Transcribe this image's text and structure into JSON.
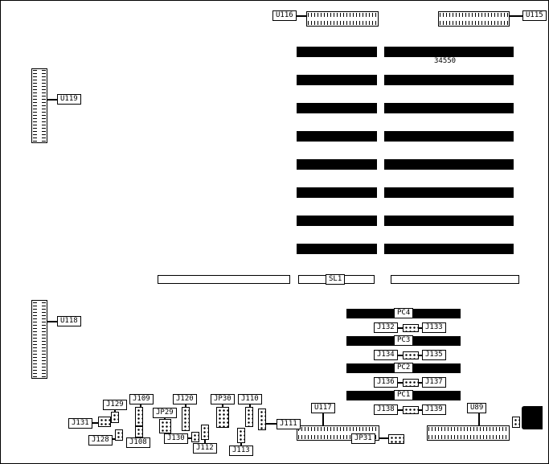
{
  "board": {
    "chip_text": "34550",
    "callouts": {
      "u116": "U116",
      "u115": "U115",
      "u119": "U119",
      "u118": "U118",
      "sl1": "SL1",
      "pc4": "PC4",
      "pc3": "PC3",
      "pc2": "PC2",
      "pc1": "PC1",
      "j132": "J132",
      "j133": "J133",
      "j134": "J134",
      "j135": "J135",
      "j136": "J136",
      "j137": "J137",
      "j138": "J138",
      "j139": "J139",
      "u117": "U117",
      "u89": "U89",
      "jp31": "JP31",
      "j111": "J111",
      "j129": "J129",
      "j109": "J109",
      "j120": "J120",
      "jp30": "JP30",
      "j110": "J110",
      "jp29": "JP29",
      "j131": "J131",
      "j128": "J128",
      "j108": "J108",
      "j130": "J130",
      "j112": "J112",
      "j113": "J113"
    }
  }
}
